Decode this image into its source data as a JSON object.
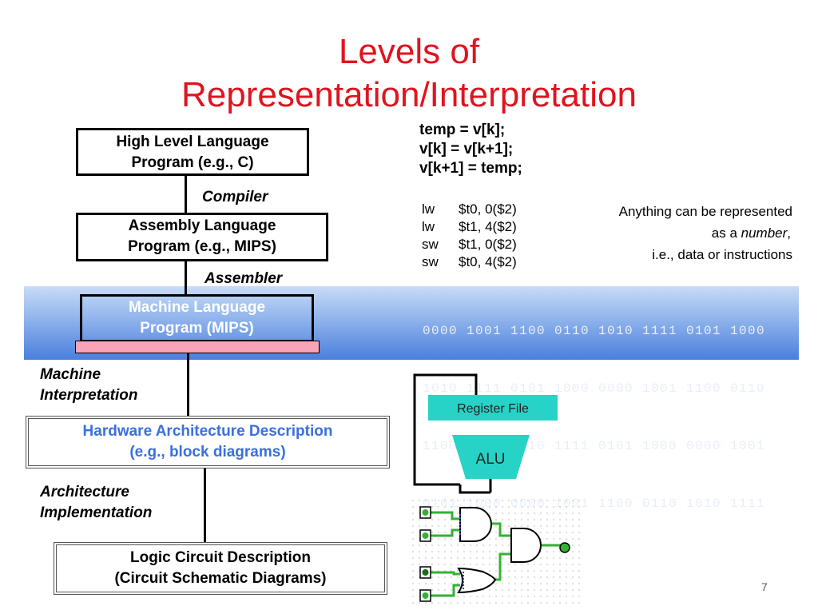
{
  "title": {
    "line1": "Levels of",
    "line2": "Representation/Interpretation"
  },
  "levels": {
    "high_level": {
      "line1": "High Level Language",
      "line2": "Program (e.g., C)"
    },
    "assembly": {
      "line1": "Assembly  Language",
      "line2": "Program (e.g., MIPS)"
    },
    "machine": {
      "line1": "Machine  Language",
      "line2": "Program (MIPS)"
    },
    "hardware": {
      "line1": "Hardware Architecture Description",
      "line2": "(e.g., block diagrams)"
    },
    "logic": {
      "line1": "Logic Circuit Description",
      "line2": "(Circuit Schematic Diagrams)"
    }
  },
  "steps": {
    "compiler": "Compiler",
    "assembler": "Assembler",
    "machine_interp": {
      "line1": "Machine",
      "line2": "Interpretation"
    },
    "arch_impl": {
      "line1": "Architecture",
      "line2": "Implementation"
    }
  },
  "c_code": [
    "temp = v[k];",
    "v[k] = v[k+1];",
    "v[k+1] = temp;"
  ],
  "asm_code": [
    {
      "op": "lw",
      "args": "$t0, 0($2)"
    },
    {
      "op": "lw",
      "args": "$t1, 4($2)"
    },
    {
      "op": "sw",
      "args": "$t1, 0($2)"
    },
    {
      "op": "sw",
      "args": "$t0, 4($2)"
    }
  ],
  "binary": [
    "0000 1001 1100 0110 1010 1111 0101 1000",
    "1010 1111 0101 1000 0000 1001 1100 0110",
    "1100 0110 1010 1111 0101 1000 0000 1001",
    "0101 1000 0000 1001 1100 0110 1010 1111"
  ],
  "note": {
    "line1": "Anything can be represented",
    "line2_prefix": "as a ",
    "line2_em": "number",
    "line2_suffix": ",",
    "line3": "i.e., data or instructions"
  },
  "block_diagram": {
    "register_file": "Register File",
    "alu": "ALU"
  },
  "slide_number": "7",
  "colors": {
    "title": "#e0141e",
    "machine_text": "#ffffff",
    "hardware_text": "#3a6fe0",
    "register_file_fill": "#27d3c6",
    "pink_bar": "#f7a3b8",
    "gate_wire": "#33b233"
  }
}
